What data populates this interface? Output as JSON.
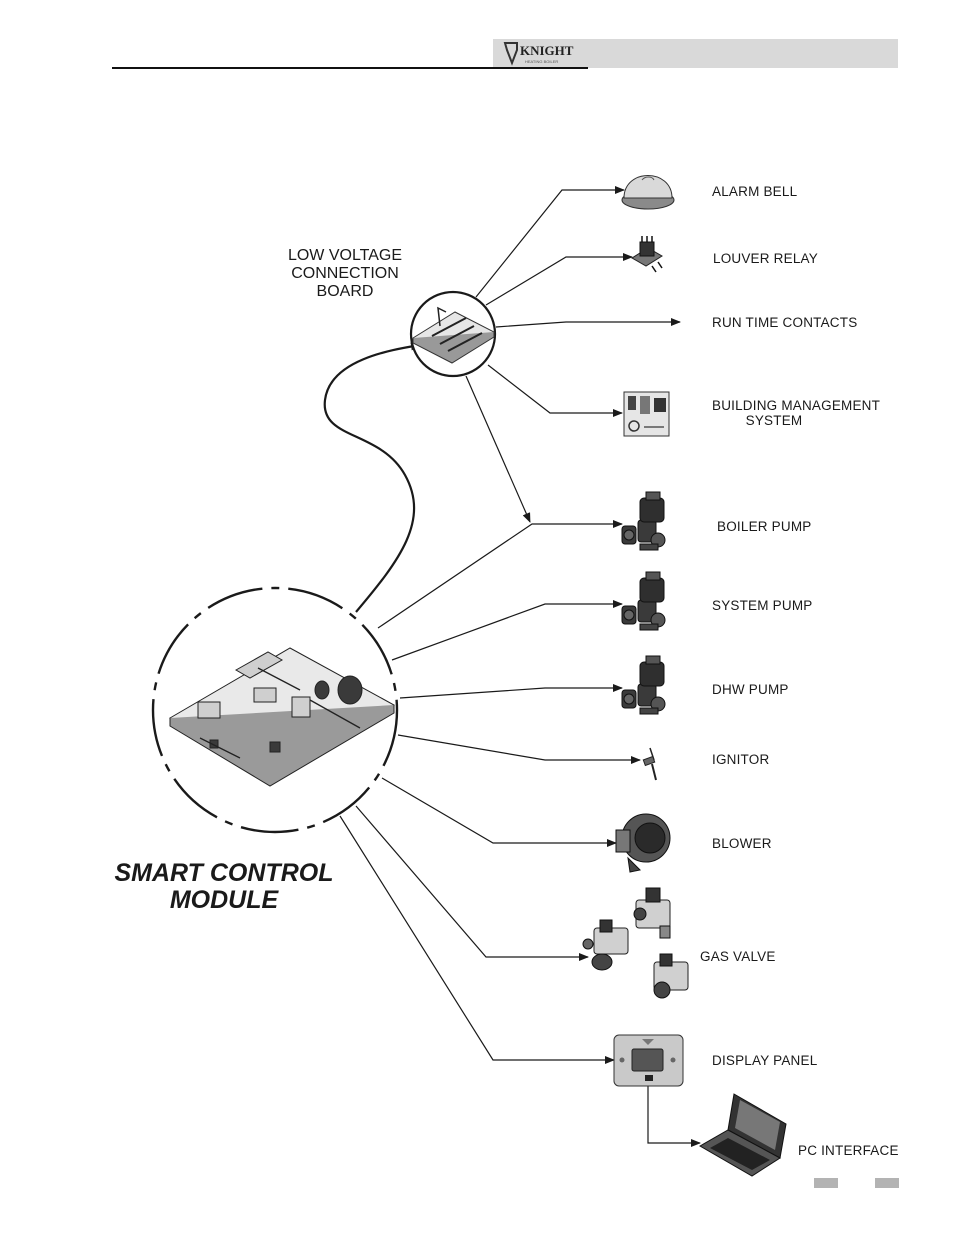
{
  "header": {
    "brand_name": "KNIGHT",
    "brand_tagline": "HEATING BOILER"
  },
  "diagram": {
    "board_label": [
      "LOW VOLTAGE",
      "CONNECTION",
      "BOARD"
    ],
    "module_title": [
      "SMART CONTROL",
      "MODULE"
    ],
    "components": {
      "alarm_bell": "ALARM BELL",
      "louver_relay": "LOUVER RELAY",
      "run_time_contacts": "RUN TIME CONTACTS",
      "bms_line1": "BUILDING MANAGEMENT",
      "bms_line2": "SYSTEM",
      "boiler_pump": "BOILER PUMP",
      "system_pump": "SYSTEM PUMP",
      "dhw_pump": "DHW PUMP",
      "ignitor": "IGNITOR",
      "blower": "BLOWER",
      "gas_valve": "GAS VALVE",
      "display_panel": "DISPLAY PANEL",
      "pc_interface": "PC INTERFACE"
    }
  },
  "colors": {
    "line": "#1a1a1a",
    "header_bar": "#d9d9d9",
    "device_dark": "#3a3a3a",
    "device_light": "#cfcfcf"
  }
}
